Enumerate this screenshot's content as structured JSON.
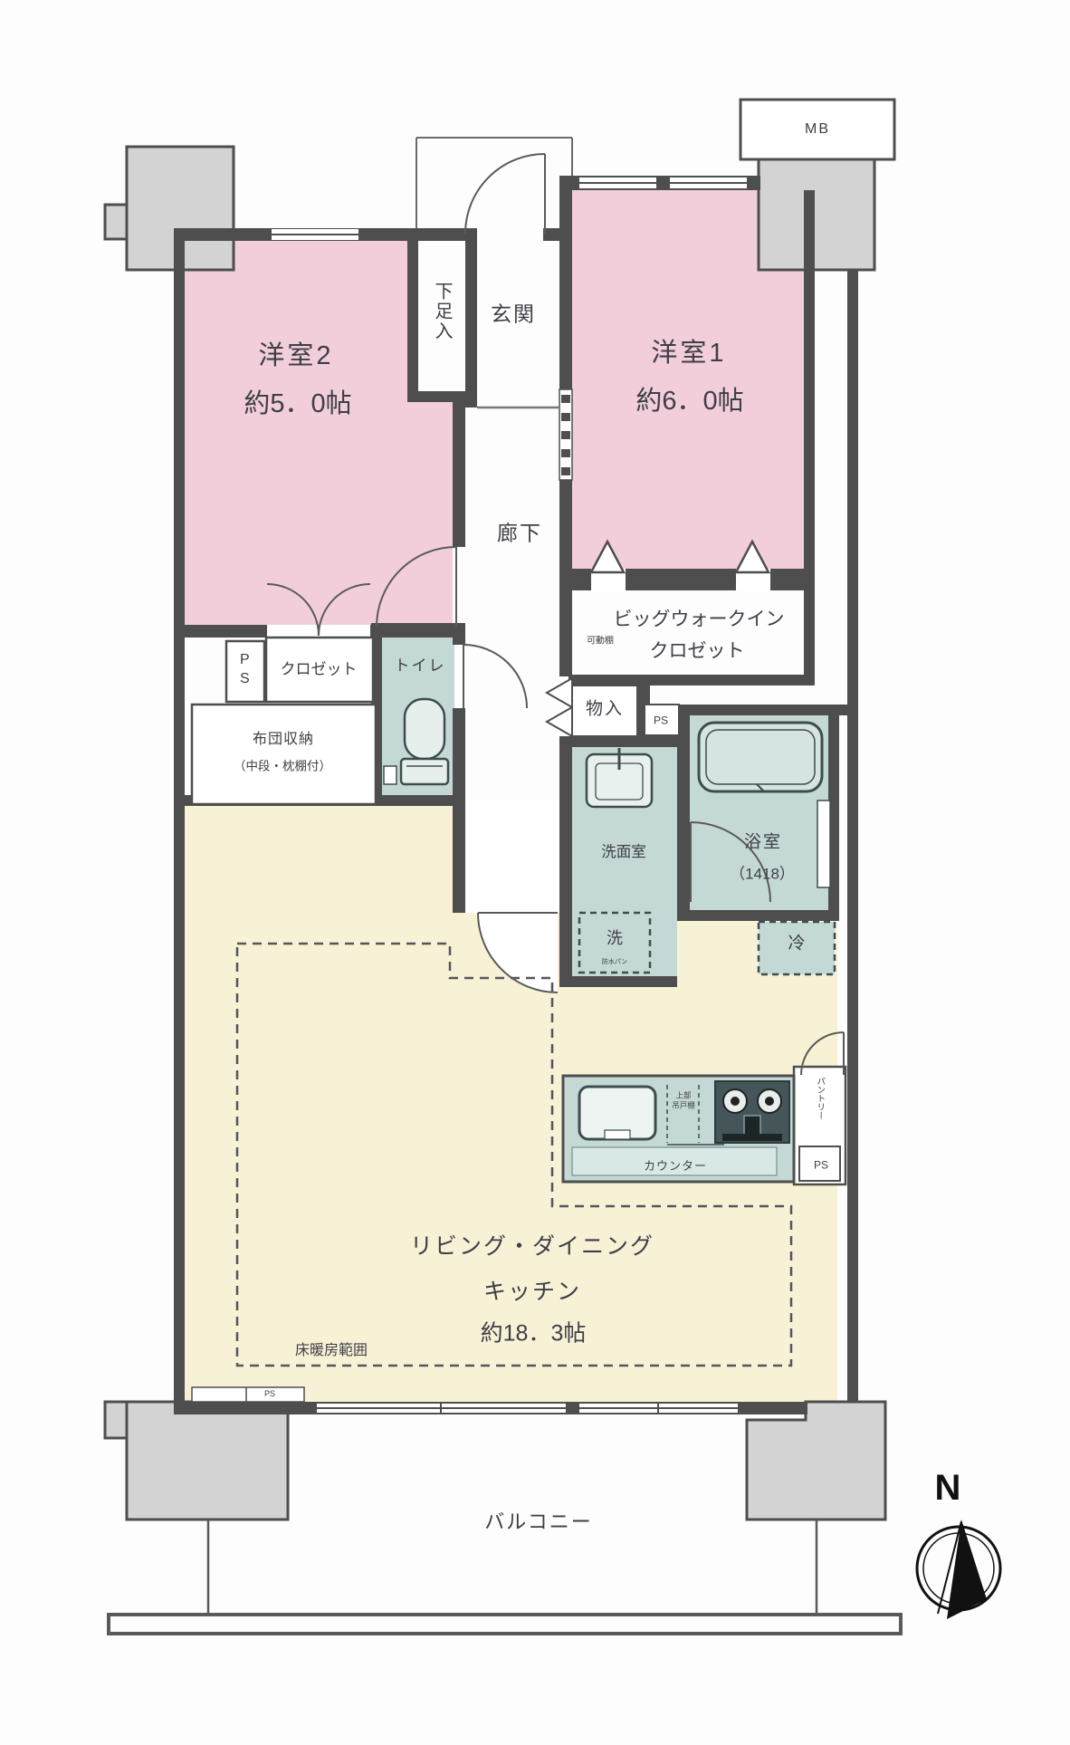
{
  "plan": {
    "rooms": {
      "bedroom1": {
        "name": "洋室1",
        "size": "約6．0帖"
      },
      "bedroom2": {
        "name": "洋室2",
        "size": "約5．0帖"
      },
      "ldk": {
        "line1": "リビング・ダイニング",
        "line2": "キッチン",
        "size": "約18．3帖"
      },
      "entrance": "玄関",
      "shoe_cabinet": "下足入",
      "hallway": "廊下",
      "wic": {
        "line1": "ビッグウォークイン",
        "line2": "クロゼット"
      },
      "closet": "クロゼット",
      "futon": {
        "line1": "布団収納",
        "line2": "（中段・枕棚付）"
      },
      "toilet": "トイレ",
      "storage": "物入",
      "washroom": "洗面室",
      "bathroom": {
        "name": "浴室",
        "size": "（1418）"
      },
      "balcony": "バルコニー"
    },
    "labels": {
      "mb": "MB",
      "ps": "PS",
      "washer": "洗",
      "washer_sub": "防水パン",
      "fridge": "冷",
      "counter": "カウンター",
      "pantry": "パントリー",
      "movable_shelf": "可動棚",
      "upper_cabinet_1": "上部",
      "upper_cabinet_2": "吊戸棚",
      "floor_heating": "床暖房範囲",
      "north": "N"
    },
    "colors": {
      "bedroom_pink": "#f2cedb",
      "ldk_yellow": "#f7f2d6",
      "wet_area_teal": "#c4d9d5",
      "counter_strip": "#d8e8e4",
      "pillar_gray": "#d3d3d3",
      "wall_dark": "#4e4e4e"
    }
  }
}
